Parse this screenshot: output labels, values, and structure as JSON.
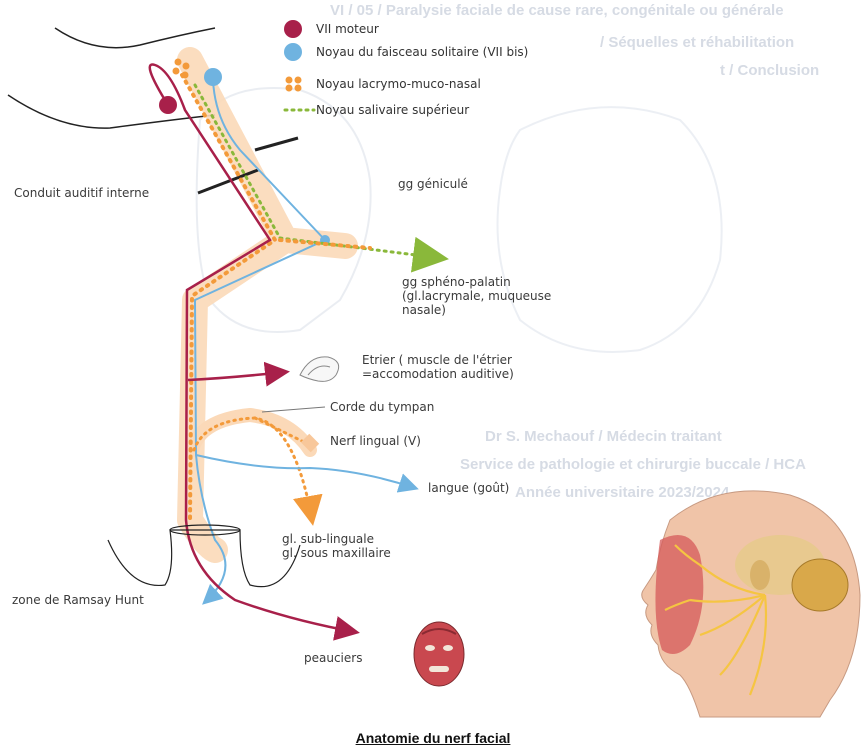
{
  "background_text": {
    "line1": "VI / 05 / Paralysie faciale de cause rare, congénitale ou générale",
    "line2": "/ Séquelles et réhabilitation",
    "line3": "t / Conclusion",
    "author": "Dr S. Mechaouf / Médecin traitant",
    "service": "Service de pathologie et chirurgie buccale / HCA",
    "year": "Année universitaire 2023/2024"
  },
  "legend": {
    "items": [
      {
        "label": "VII moteur",
        "color": "#a8204a",
        "marker": "dot"
      },
      {
        "label": "Noyau du faisceau solitaire (VII bis)",
        "color": "#6fb3e0",
        "marker": "dot"
      },
      {
        "label": "Noyau lacrymo-muco-nasal",
        "color": "#f39a3a",
        "marker": "dots-cluster"
      },
      {
        "label": "Noyau salivaire supérieur",
        "color": "#8ab83a",
        "marker": "dotted-line"
      }
    ]
  },
  "labels": {
    "conduit": "Conduit auditif interne",
    "genicule": "gg géniculé",
    "spheno_1": "gg sphéno-palatin",
    "spheno_2": "(gl.lacrymale, muqueuse",
    "spheno_3": "nasale)",
    "etrier_1": "Etrier ( muscle de l'étrier",
    "etrier_2": "=accomodation auditive)",
    "corde": "Corde du tympan",
    "nerf_lingual": "Nerf lingual (V)",
    "langue": "langue (goût)",
    "gl_1": "gl. sub-linguale",
    "gl_2": "gl. sous maxillaire",
    "ramsay": "zone de Ramsay Hunt",
    "peauciers": "peauciers"
  },
  "caption": "Anatomie du nerf facial",
  "colors": {
    "motor": "#a8204a",
    "solitary": "#6fb3e0",
    "lacrimal": "#f39a3a",
    "salivary": "#8ab83a",
    "sheath": "#fbd9b8"
  }
}
